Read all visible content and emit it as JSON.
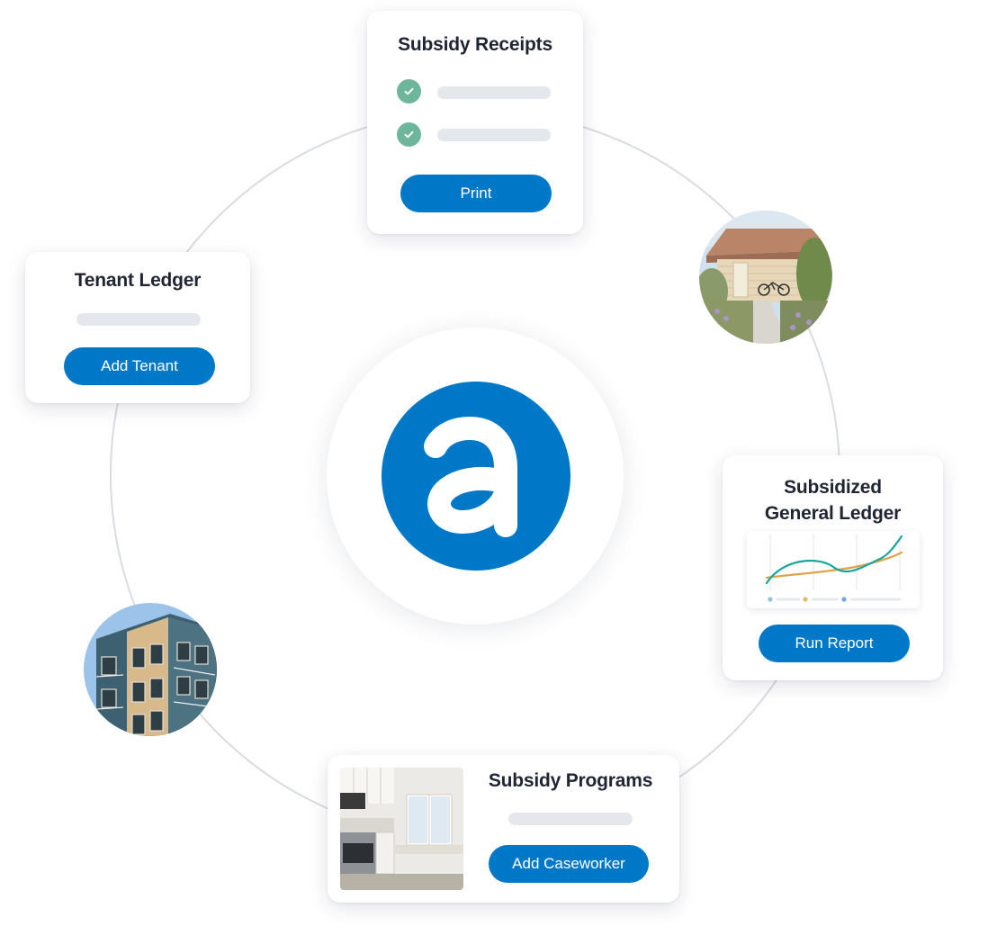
{
  "receipts_card": {
    "title": "Subsidy Receipts",
    "button_label": "Print"
  },
  "tenant_card": {
    "title": "Tenant Ledger",
    "button_label": "Add Tenant"
  },
  "general_ledger_card": {
    "title_line1": "Subsidized",
    "title_line2": "General Ledger",
    "button_label": "Run Report"
  },
  "programs_card": {
    "title": "Subsidy Programs",
    "button_label": "Add Caseworker"
  },
  "colors": {
    "brand_blue": "#0078c8",
    "check_green": "#6db59b",
    "series_teal": "#1aa6a0",
    "series_orange": "#e0a34a",
    "placeholder_gray": "#e4e7eb"
  },
  "icons": {
    "logo": "appfolio-a-logo-icon",
    "check": "check-icon"
  }
}
